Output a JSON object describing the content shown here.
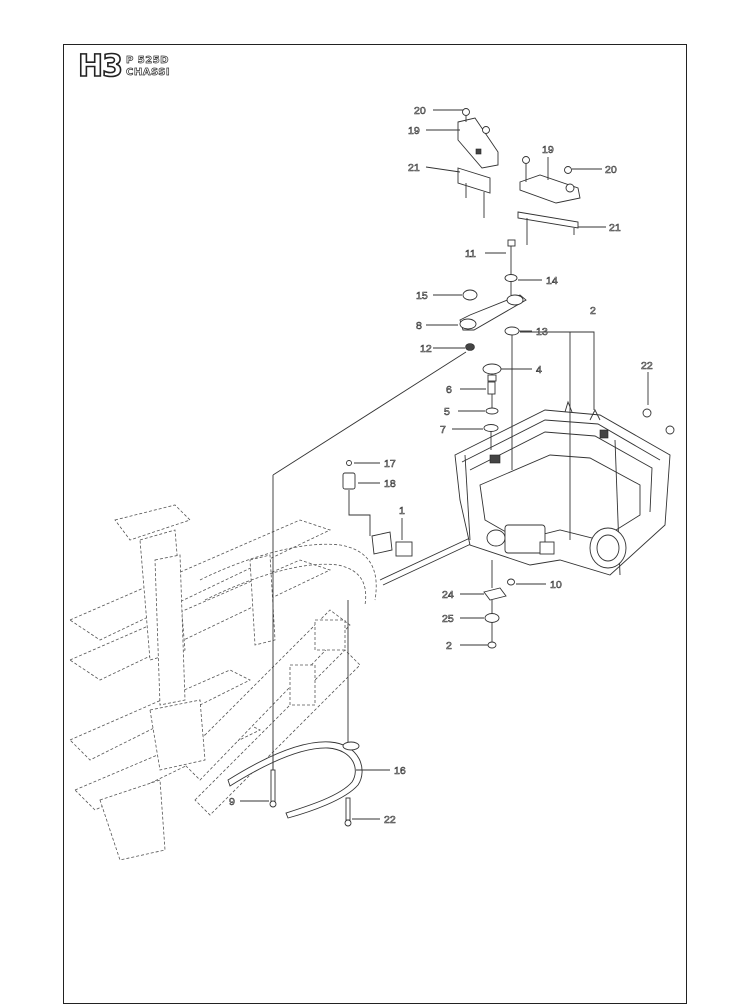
{
  "header": {
    "section_code": "H3",
    "model": "P 525D",
    "subtitle": "CHASSI"
  },
  "callouts": [
    {
      "id": "c20a",
      "number": "20"
    },
    {
      "id": "c19a",
      "number": "19"
    },
    {
      "id": "c21a",
      "number": "21"
    },
    {
      "id": "c19b",
      "number": "19"
    },
    {
      "id": "c20b",
      "number": "20"
    },
    {
      "id": "c21b",
      "number": "21"
    },
    {
      "id": "c11",
      "number": "11"
    },
    {
      "id": "c14",
      "number": "14"
    },
    {
      "id": "c15",
      "number": "15"
    },
    {
      "id": "c8",
      "number": "8"
    },
    {
      "id": "c13",
      "number": "13"
    },
    {
      "id": "c2a",
      "number": "2"
    },
    {
      "id": "c12",
      "number": "12"
    },
    {
      "id": "c4",
      "number": "4"
    },
    {
      "id": "c22a",
      "number": "22"
    },
    {
      "id": "c6",
      "number": "6"
    },
    {
      "id": "c5",
      "number": "5"
    },
    {
      "id": "c7",
      "number": "7"
    },
    {
      "id": "c17",
      "number": "17"
    },
    {
      "id": "c18",
      "number": "18"
    },
    {
      "id": "c1",
      "number": "1"
    },
    {
      "id": "c10",
      "number": "10"
    },
    {
      "id": "c24",
      "number": "24"
    },
    {
      "id": "c25",
      "number": "25"
    },
    {
      "id": "c2b",
      "number": "2"
    },
    {
      "id": "c16",
      "number": "16"
    },
    {
      "id": "c9",
      "number": "9"
    },
    {
      "id": "c22b",
      "number": "22"
    }
  ]
}
